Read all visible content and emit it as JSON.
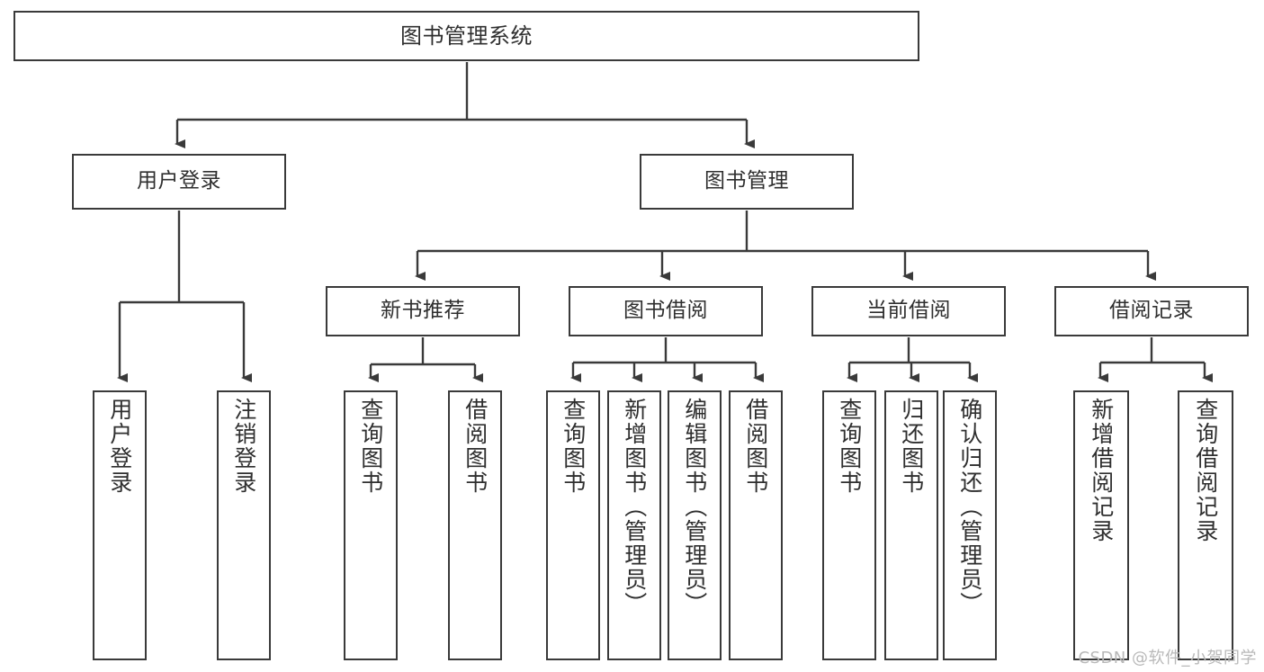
{
  "diagram": {
    "title": "图书管理系统",
    "type": "hierarchy-tree",
    "root": {
      "id": "root",
      "label": "图书管理系统"
    },
    "level2": [
      {
        "id": "user-login",
        "label": "用户登录"
      },
      {
        "id": "book-mgmt",
        "label": "图书管理"
      }
    ],
    "level3": [
      {
        "id": "new-book-rec",
        "label": "新书推荐"
      },
      {
        "id": "book-borrow",
        "label": "图书借阅"
      },
      {
        "id": "current-borrow",
        "label": "当前借阅"
      },
      {
        "id": "borrow-record",
        "label": "借阅记录"
      }
    ],
    "leaves": {
      "user_login": [
        {
          "id": "leaf-user-login",
          "label": "用户登录"
        },
        {
          "id": "leaf-logout",
          "label": "注销登录"
        }
      ],
      "new_book_rec": [
        {
          "id": "leaf-query-book-1",
          "label": "查询图书"
        },
        {
          "id": "leaf-borrow-book-1",
          "label": "借阅图书"
        }
      ],
      "book_borrow": [
        {
          "id": "leaf-query-book-2",
          "label": "查询图书"
        },
        {
          "id": "leaf-add-book",
          "label": "新增图书（管理员）"
        },
        {
          "id": "leaf-edit-book",
          "label": "编辑图书（管理员）"
        },
        {
          "id": "leaf-borrow-book-2",
          "label": "借阅图书"
        }
      ],
      "current_borrow": [
        {
          "id": "leaf-query-book-3",
          "label": "查询图书"
        },
        {
          "id": "leaf-return-book",
          "label": "归还图书"
        },
        {
          "id": "leaf-confirm-return",
          "label": "确认归还（管理员）"
        }
      ],
      "borrow_record": [
        {
          "id": "leaf-add-record",
          "label": "新增借阅记录"
        },
        {
          "id": "leaf-query-record",
          "label": "查询借阅记录"
        }
      ]
    }
  },
  "watermark": {
    "text": "CSDN @软件_小贺同学"
  },
  "colors": {
    "stroke": "#3a3a3a",
    "text": "#2f2f2f",
    "background": "#ffffff",
    "watermark": "#b9b9b9"
  }
}
